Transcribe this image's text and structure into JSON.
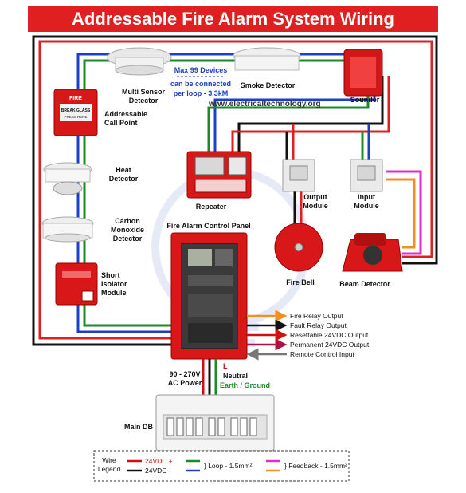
{
  "title": "Addressable Fire Alarm System Wiring",
  "devices": {
    "multi_sensor": "Multi Sensor\nDetector",
    "smoke_detector": "Smoke Detector",
    "sounder": "Sounder",
    "call_point": "Addressable\nCall Point",
    "call_point_sign": "FIRE",
    "call_point_glass": "BREAK GLASS",
    "call_point_press": "PRESS HERE",
    "heat_detector": "Heat\nDetector",
    "co_detector": "Carbon\nMonoxide\nDetector",
    "short_isolator": "Short\nIsolator\nModule",
    "repeater": "Repeater",
    "output_module": "Output\nModule",
    "input_module": "Input\nModule",
    "control_panel": "Fire Alarm Control Panel",
    "fire_bell": "Fire Bell",
    "beam_detector": "Beam Detector",
    "main_db": "Main DB"
  },
  "note": {
    "line1": "Max 99 Devices",
    "line2": "can be connected",
    "line3": "per loop - 3.3kM"
  },
  "website": "www.electricaltechnology.org",
  "outputs": [
    "Fire Relay Output",
    "Fault Relay Output",
    "Resettable 24VDC Output",
    "Permanent 24VDC Output",
    "Remote Control Input"
  ],
  "power": {
    "label": "90 - 270V\nAC Power",
    "l": "L",
    "neutral": "Neutral",
    "earth": "Earth / Ground"
  },
  "legend": {
    "title": "Wire\nLegend",
    "pos": "24VDC +",
    "neg": "24VDC -",
    "loop": "} Loop - 1.5mm²",
    "feedback": "} Feedback - 1.5mm²"
  },
  "colors": {
    "red": "#e02020",
    "black": "#111111",
    "green": "#1d8a2a",
    "blue": "#1d3fc4",
    "magenta": "#e030c8",
    "orange": "#f09020",
    "grey": "#777777"
  }
}
